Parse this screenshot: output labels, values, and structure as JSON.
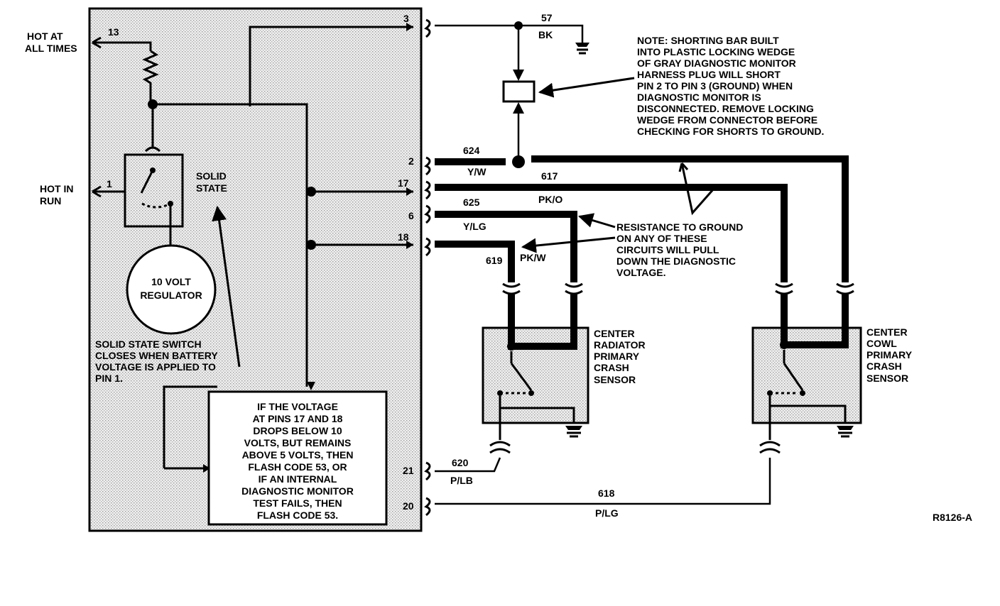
{
  "colors": {
    "ink": "#000000",
    "paper": "#ffffff",
    "module_shade": "#e4e4e4"
  },
  "module": {
    "hot_at_all_times": [
      "HOT AT",
      "ALL TIMES"
    ],
    "hot_in_run": [
      "HOT IN",
      "RUN"
    ],
    "pin_13": "13",
    "pin_1": "1",
    "solid_state": [
      "SOLID",
      "STATE"
    ],
    "regulator": [
      "10 VOLT",
      "REGULATOR"
    ],
    "switch_note": [
      "SOLID STATE SWITCH",
      "CLOSES WHEN BATTERY",
      "VOLTAGE IS APPLIED TO",
      "PIN 1."
    ],
    "voltage_note": [
      "IF THE VOLTAGE",
      "AT PINS 17 AND 18",
      "DROPS BELOW 10",
      "VOLTS, BUT REMAINS",
      "ABOVE 5 VOLTS, THEN",
      "FLASH CODE 53, OR",
      "IF AN INTERNAL",
      "DIAGNOSTIC MONITOR",
      "TEST FAILS, THEN",
      "FLASH CODE 53."
    ],
    "pins": {
      "p3": "3",
      "p2": "2",
      "p17": "17",
      "p6": "6",
      "p18": "18",
      "p21": "21",
      "p20": "20"
    }
  },
  "circuits": {
    "c57": "57",
    "bk": "BK",
    "c624": "624",
    "yw": "Y/W",
    "c617": "617",
    "pko": "PK/O",
    "c625": "625",
    "ylg": "Y/LG",
    "c619": "619",
    "pkw": "PK/W",
    "c620": "620",
    "plb": "P/LB",
    "c618": "618",
    "plg": "P/LG"
  },
  "notes": {
    "shorting_bar": [
      "NOTE: SHORTING BAR BUILT",
      "INTO PLASTIC LOCKING WEDGE",
      "OF GRAY DIAGNOSTIC MONITOR",
      "HARNESS PLUG WILL SHORT",
      "PIN 2 TO PIN 3 (GROUND) WHEN",
      "DIAGNOSTIC MONITOR IS",
      "DISCONNECTED. REMOVE LOCKING",
      "WEDGE FROM CONNECTOR BEFORE",
      "CHECKING FOR SHORTS TO GROUND."
    ],
    "resistance": [
      "RESISTANCE TO GROUND",
      "ON ANY OF THESE",
      "CIRCUITS WILL PULL",
      "DOWN THE DIAGNOSTIC",
      "VOLTAGE."
    ]
  },
  "sensors": {
    "radiator": [
      "CENTER",
      "RADIATOR",
      "PRIMARY",
      "CRASH",
      "SENSOR"
    ],
    "cowl": [
      "CENTER",
      "COWL",
      "PRIMARY",
      "CRASH",
      "SENSOR"
    ]
  },
  "figure_id": "R8126-A"
}
